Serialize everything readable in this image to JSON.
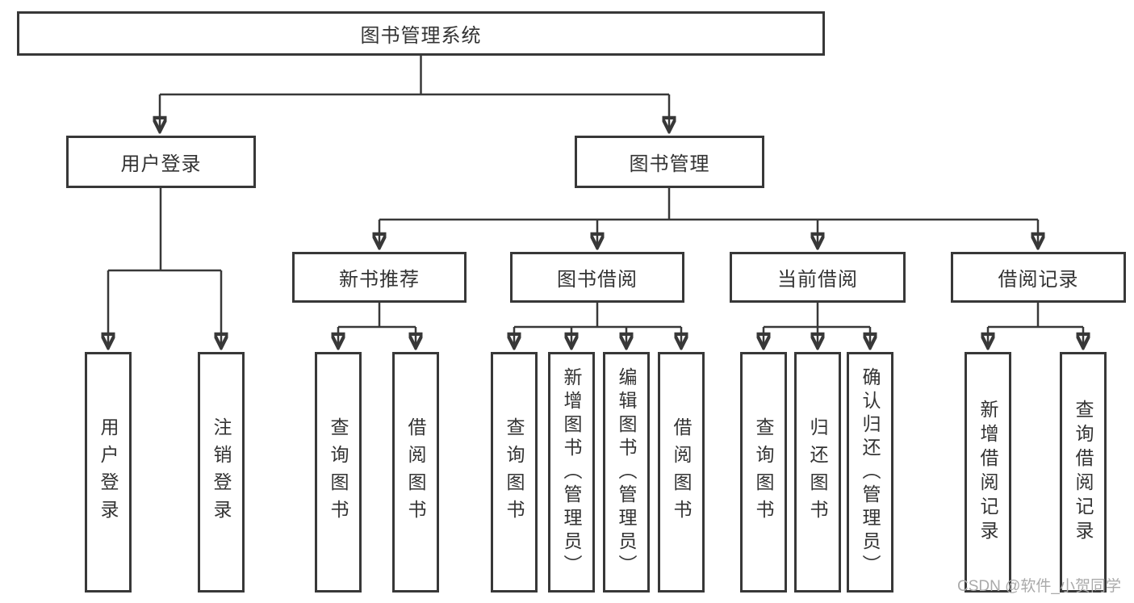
{
  "diagram": {
    "type": "function-structure-tree",
    "title": "图书管理系统",
    "colors": {
      "line": "#383838",
      "text": "#333333",
      "bg": "#ffffff",
      "watermark": "#aaaaaa"
    },
    "nodes": {
      "root": "图书管理系统",
      "user_login": "用户登录",
      "book_mgmt": "图书管理",
      "new_book_rec": "新书推荐",
      "book_borrow": "图书借阅",
      "current_borrow": "当前借阅",
      "borrow_records": "借阅记录",
      "ul_login": "用户登录",
      "ul_logout": "注销登录",
      "nb_query": "查询图书",
      "nb_borrow": "借阅图书",
      "bb_query": "查询图书",
      "bb_add": "新增图书（管理员）",
      "bb_edit": "编辑图书（管理员）",
      "bb_borrow": "借阅图书",
      "cb_query": "查询图书",
      "cb_return": "归还图书",
      "cb_confirm": "确认归还（管理员）",
      "br_add": "新增借阅记录",
      "br_query": "查询借阅记录"
    },
    "edges": [
      [
        "root",
        "user_login"
      ],
      [
        "root",
        "book_mgmt"
      ],
      [
        "user_login",
        "ul_login"
      ],
      [
        "user_login",
        "ul_logout"
      ],
      [
        "book_mgmt",
        "new_book_rec"
      ],
      [
        "book_mgmt",
        "book_borrow"
      ],
      [
        "book_mgmt",
        "current_borrow"
      ],
      [
        "book_mgmt",
        "borrow_records"
      ],
      [
        "new_book_rec",
        "nb_query"
      ],
      [
        "new_book_rec",
        "nb_borrow"
      ],
      [
        "book_borrow",
        "bb_query"
      ],
      [
        "book_borrow",
        "bb_add"
      ],
      [
        "book_borrow",
        "bb_edit"
      ],
      [
        "book_borrow",
        "bb_borrow"
      ],
      [
        "current_borrow",
        "cb_query"
      ],
      [
        "current_borrow",
        "cb_return"
      ],
      [
        "current_borrow",
        "cb_confirm"
      ],
      [
        "borrow_records",
        "br_add"
      ],
      [
        "borrow_records",
        "br_query"
      ]
    ]
  },
  "watermark": {
    "text": "CSDN @软件_小贺同学"
  }
}
